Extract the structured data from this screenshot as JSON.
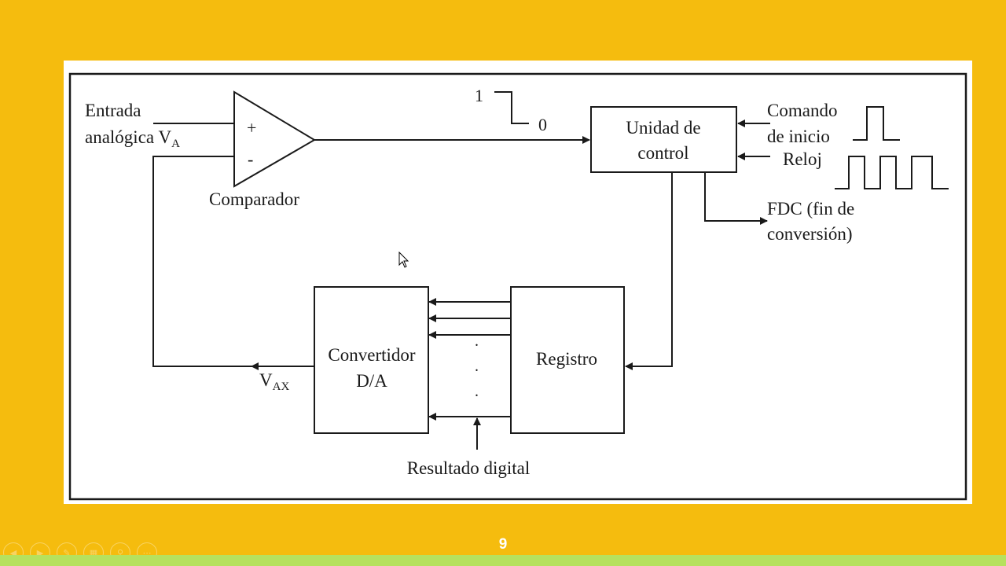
{
  "diagram": {
    "input_label_line1": "Entrada",
    "input_label_line2": "analógica V",
    "input_label_sub": "A",
    "plus_sign": "+",
    "minus_sign": "-",
    "comparator_label": "Comparador",
    "level_high": "1",
    "level_low": "0",
    "control_unit_line1": "Unidad de",
    "control_unit_line2": "control",
    "start_command_line1": "Comando",
    "start_command_line2": "de inicio",
    "clock_label": "Reloj",
    "eoc_line1": "FDC (fin de",
    "eoc_line2": "conversión)",
    "dac_line1": "Convertidor",
    "dac_line2": "D/A",
    "register_label": "Registro",
    "vax_label": "V",
    "vax_sub": "AX",
    "dots": ".",
    "digital_result_label": "Resultado digital"
  },
  "footer": {
    "page_number": "9"
  },
  "colors": {
    "background": "#F5BC0E",
    "panel": "#FFFFFF",
    "bottom_strip": "#B6E15E",
    "ink": "#1A1A1A"
  },
  "icons": [
    "prev-icon",
    "next-icon",
    "pen-icon",
    "grid-icon",
    "zoom-icon",
    "more-icon",
    "cursor-icon"
  ]
}
